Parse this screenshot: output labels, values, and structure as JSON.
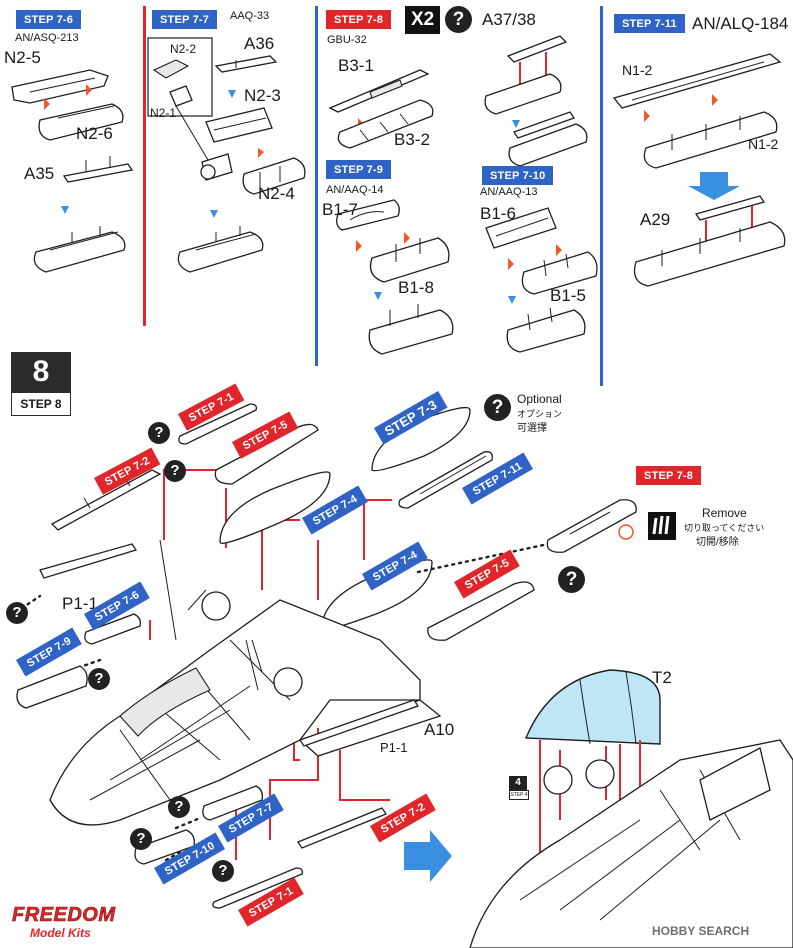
{
  "top_steps": {
    "s76": {
      "badge": "STEP 7-6",
      "sub": "AN/ASQ-213",
      "parts": [
        "N2-5",
        "N2-6",
        "A35"
      ]
    },
    "s77": {
      "badge": "STEP 7-7",
      "sub": "AAQ-33",
      "parts": [
        "A36",
        "N2-2",
        "N2-1",
        "N2-3",
        "N2-4"
      ]
    },
    "s78": {
      "badge": "STEP 7-8",
      "sub": "GBU-32",
      "multiplier": "X2",
      "optional": "?",
      "parts": [
        "A37/38",
        "B3-1",
        "B3-2"
      ]
    },
    "s79": {
      "badge": "STEP 7-9",
      "sub": "AN/AAQ-14",
      "parts": [
        "B1-7",
        "B1-8"
      ]
    },
    "s710": {
      "badge": "STEP 7-10",
      "sub": "AN/AAQ-13",
      "parts": [
        "B1-6",
        "B1-5"
      ]
    },
    "s711": {
      "badge": "STEP 7-11",
      "sub": "AN/ALQ-184",
      "parts": [
        "N1-2",
        "N1-2",
        "A29"
      ]
    }
  },
  "step8": {
    "number": "8",
    "label": "STEP 8",
    "optional_jp": "オプション",
    "optional_title": "Optional",
    "optional_cn": "可選擇",
    "remove_title": "Remove",
    "remove_jp": "切り取ってください",
    "remove_cn": "切開/移除",
    "parts": [
      "P1-1",
      "P1-1",
      "A10",
      "T2"
    ],
    "inset_badge": "4",
    "inset_sub": "STEP 4",
    "callouts": [
      "STEP 7-1",
      "STEP 7-5",
      "STEP 7-3",
      "STEP 7-2",
      "STEP 7-11",
      "STEP 7-4",
      "STEP 7-8",
      "STEP 7-6",
      "STEP 7-4",
      "STEP 7-5",
      "STEP 7-9",
      "STEP 7-7",
      "STEP 7-2",
      "STEP 7-10",
      "STEP 7-1"
    ]
  },
  "brand": {
    "line1": "FREEDOM",
    "line2": "Model Kits"
  },
  "watermark": "HOBBY SEARCH",
  "colors": {
    "blue": "#2f63c6",
    "red": "#e0262b",
    "orange_arrow": "#f05a28",
    "blue_arrow": "#3b8fe0",
    "canopy": "#bfe6f5"
  }
}
